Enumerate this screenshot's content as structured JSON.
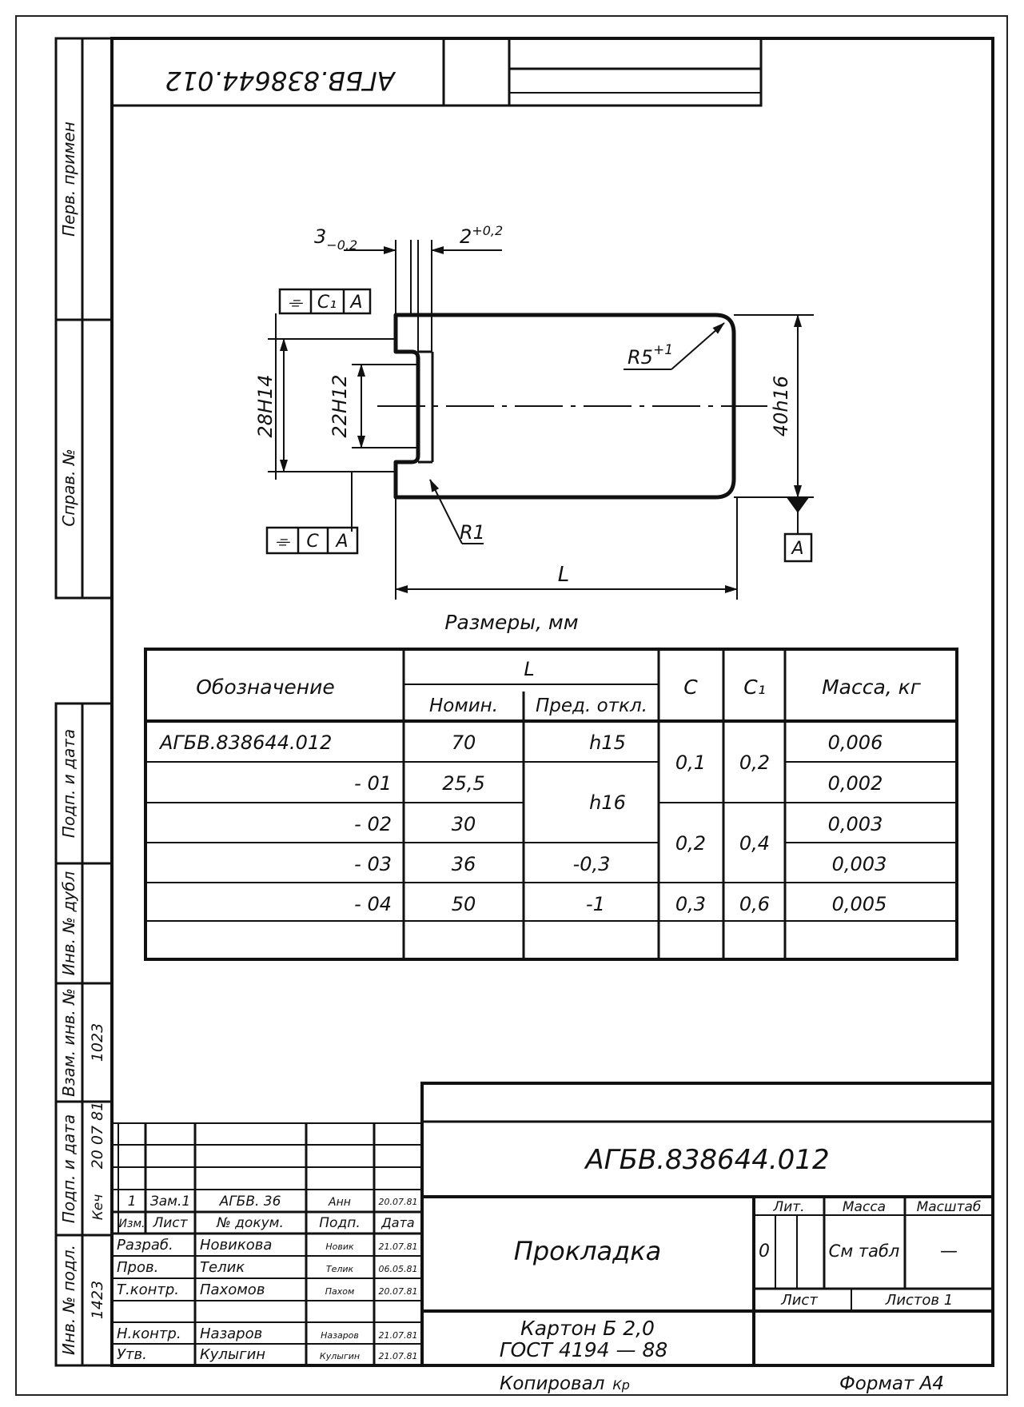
{
  "top_stamp": {
    "code_inverted": "АГБВ.838644.012"
  },
  "side_fields": {
    "perv_primen": "Перв. примен",
    "sprav_no": "Справ. №",
    "podp_i_data_top": "Подп. и дата",
    "inv_no_dubl": "Инв. № дубл",
    "vzam_inv_no": "Взам. инв. №",
    "vzam_inv_value": "1023",
    "podp_i_data_bottom": "Подп. и дата",
    "podp_value": "20 07 81",
    "podp_signature": "Кеч",
    "inv_no_podl": "Инв. № подл.",
    "inv_no_podl_value": "1423"
  },
  "drawing": {
    "dim_top_left": "3",
    "dim_top_left_tol": "−0,2",
    "dim_top_right": "2",
    "dim_top_right_tol": "+0,2",
    "frame_top": [
      "⌯",
      "C₁",
      "A"
    ],
    "frame_bottom": [
      "⌯",
      "C",
      "A"
    ],
    "dim_28": "28H14",
    "dim_22": "22H12",
    "dim_40": "40h16",
    "radius_outer": "R5",
    "radius_outer_tol": "+1",
    "radius_inner": "R1",
    "dim_length": "L",
    "datum": "A",
    "units_note": "Размеры, мм"
  },
  "table": {
    "headers": {
      "designation": "Обозначение",
      "L": "L",
      "nominal": "Номин.",
      "deviation": "Пред. откл.",
      "C": "C",
      "C1": "C₁",
      "mass": "Масса, кг"
    },
    "rows": [
      {
        "designation": "АГБВ.838644.012",
        "nominal": "70",
        "mass": "0,006"
      },
      {
        "designation": "- 01",
        "nominal": "25,5",
        "mass": "0,002"
      },
      {
        "designation": "- 02",
        "nominal": "30",
        "mass": "0,003"
      },
      {
        "designation": "- 03",
        "nominal": "36",
        "mass": "0,003"
      },
      {
        "designation": "- 04",
        "nominal": "50",
        "mass": "0,005"
      }
    ],
    "deviations": [
      "h15",
      "h16",
      "-0,3",
      "-1"
    ],
    "C_values": [
      "0,1",
      "0,2",
      "0,3"
    ],
    "C1_values": [
      "0,2",
      "0,4",
      "0,6"
    ]
  },
  "title_block": {
    "designation": "АГБВ.838644.012",
    "name": "Прокладка",
    "material_line1": "Картон  Б  2,0",
    "material_line2": "ГОСТ 4194 — 88",
    "lit_label": "Лит.",
    "mass_label": "Масса",
    "scale_label": "Масштаб",
    "lit_value": "0",
    "mass_value": "См табл",
    "scale_value": "—",
    "sheet_label": "Лист",
    "sheets_label": "Листов 1",
    "change_row": {
      "izm": "1",
      "list": "Зам.1",
      "doc": "АГБВ. 36",
      "sign": "Анн",
      "date": "20.07.81"
    },
    "header_row": {
      "izm": "Изм.",
      "list": "Лист",
      "doc": "№ докум.",
      "sign": "Подп.",
      "date": "Дата"
    },
    "people": [
      {
        "role": "Разраб.",
        "name": "Новикова",
        "sign": "Новик",
        "date": "21.07.81"
      },
      {
        "role": "Пров.",
        "name": "Телик",
        "sign": "Телик",
        "date": "06.05.81"
      },
      {
        "role": "Т.контр.",
        "name": "Пахомов",
        "sign": "Пахом",
        "date": "20.07.81"
      },
      {
        "role": "Н.контр.",
        "name": "Назаров",
        "sign": "Назаров",
        "date": "21.07.81"
      },
      {
        "role": "Утв.",
        "name": "Кулыгин",
        "sign": "Кулыгин",
        "date": "21.07.81"
      }
    ]
  },
  "footer": {
    "copied": "Копировал",
    "copied_sign": "Кр",
    "format": "Формат  А4"
  }
}
